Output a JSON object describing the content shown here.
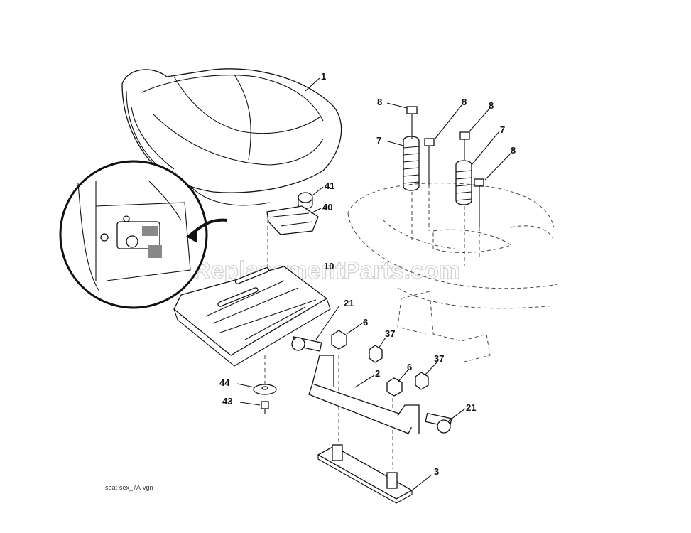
{
  "watermark": "eReplacementParts.com",
  "drawing_code": "seat-sex_7A-vgn",
  "callouts": {
    "c1": "1",
    "c8a": "8",
    "c8b": "8",
    "c8c": "8",
    "c8d": "8",
    "c7a": "7",
    "c7b": "7",
    "c41": "41",
    "c40": "40",
    "c10": "10",
    "c21a": "21",
    "c21b": "21",
    "c6a": "6",
    "c6b": "6",
    "c37a": "37",
    "c37b": "37",
    "c2": "2",
    "c44": "44",
    "c43": "43",
    "c3": "3"
  }
}
